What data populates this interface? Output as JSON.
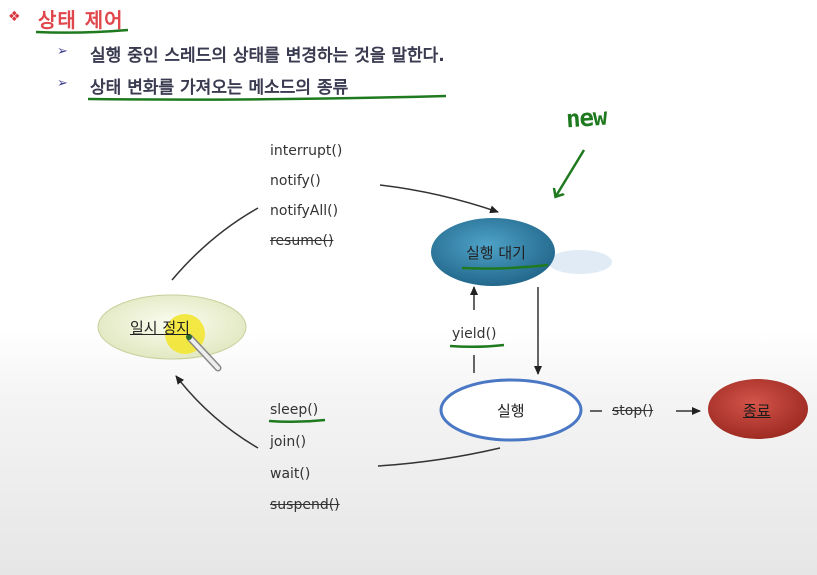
{
  "header": {
    "bullet_symbol": "❖",
    "title": "상태 제어",
    "arrow_symbol": "➢",
    "points": [
      "실행 중인 스레드의 상태를 변경하는 것을 말한다.",
      "상태 변화를 가져오는 메소드의 종류"
    ]
  },
  "annotation": {
    "handwritten": "new"
  },
  "nodes": {
    "waiting": "실행 대기",
    "running": "실행",
    "paused": "일시 정지",
    "terminated": "종료"
  },
  "methods_to_waiting": [
    "interrupt()",
    "notify()",
    "notifyAll()",
    "resume()"
  ],
  "methods_to_paused": [
    "sleep()",
    "join()",
    "wait()",
    "suspend()"
  ],
  "yield_label": "yield()",
  "stop_label": "stop()",
  "colors": {
    "title": "#e0474c",
    "waiting_node": "#2f7fa6",
    "running_border": "#4a78c4",
    "paused_node": "#eef2d2",
    "terminated_node": "#b8332c",
    "annotation_ink": "#1f7a1f"
  }
}
